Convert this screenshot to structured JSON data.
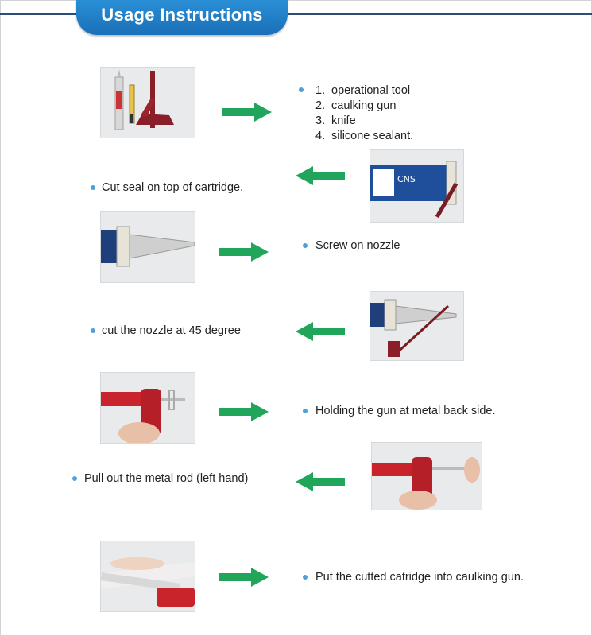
{
  "header": {
    "title": "Usage Instructions"
  },
  "steps": {
    "tools": [
      {
        "num": "1.",
        "text": "operational tool"
      },
      {
        "num": "2.",
        "text": "caulking gun"
      },
      {
        "num": "3.",
        "text": "knife"
      },
      {
        "num": "4.",
        "text": "silicone sealant."
      }
    ],
    "cut_seal": "Cut seal on top of cartridge.",
    "screw_nozzle": "Screw on nozzle",
    "cut_nozzle": "cut the nozzle at 45 degree",
    "hold_gun": "Holding the gun at metal back side.",
    "pull_rod": "Pull out the metal rod  (left hand)",
    "put_cartridge": "Put the cutted catridge into caulking gun."
  },
  "photo_label": {
    "brand": "CNS"
  },
  "colors": {
    "accent_blue": "#2a8fd6",
    "arrow_green": "#21a55a",
    "bullet": "#4f9fd8",
    "gun_red": "#c9242b"
  }
}
